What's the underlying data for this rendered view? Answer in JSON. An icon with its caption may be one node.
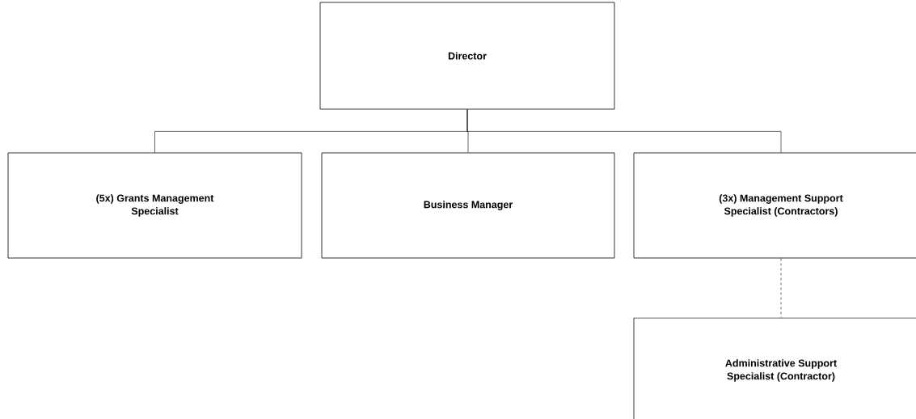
{
  "diagram": {
    "nodes": [
      {
        "text": [
          "Director"
        ]
      },
      {
        "text": [
          "(5x) Grants Management Specialist"
        ]
      },
      {
        "text": [
          "Business Manager"
        ]
      },
      {
        "text": [
          "(3x) Management Support Specialist (Contractors)"
        ]
      },
      {
        "text": [
          "Administrative Support Specialist (Contractor)"
        ]
      }
    ],
    "edges": [
      {
        "from": 0,
        "to": 1,
        "arrow": "none"
      },
      {
        "from": 0,
        "to": 2,
        "arrow": "none"
      },
      {
        "from": 0,
        "to": 3,
        "arrow": "none"
      },
      {
        "from": 3,
        "to": 4,
        "arrow": "none",
        "style": "dashed"
      }
    ]
  }
}
